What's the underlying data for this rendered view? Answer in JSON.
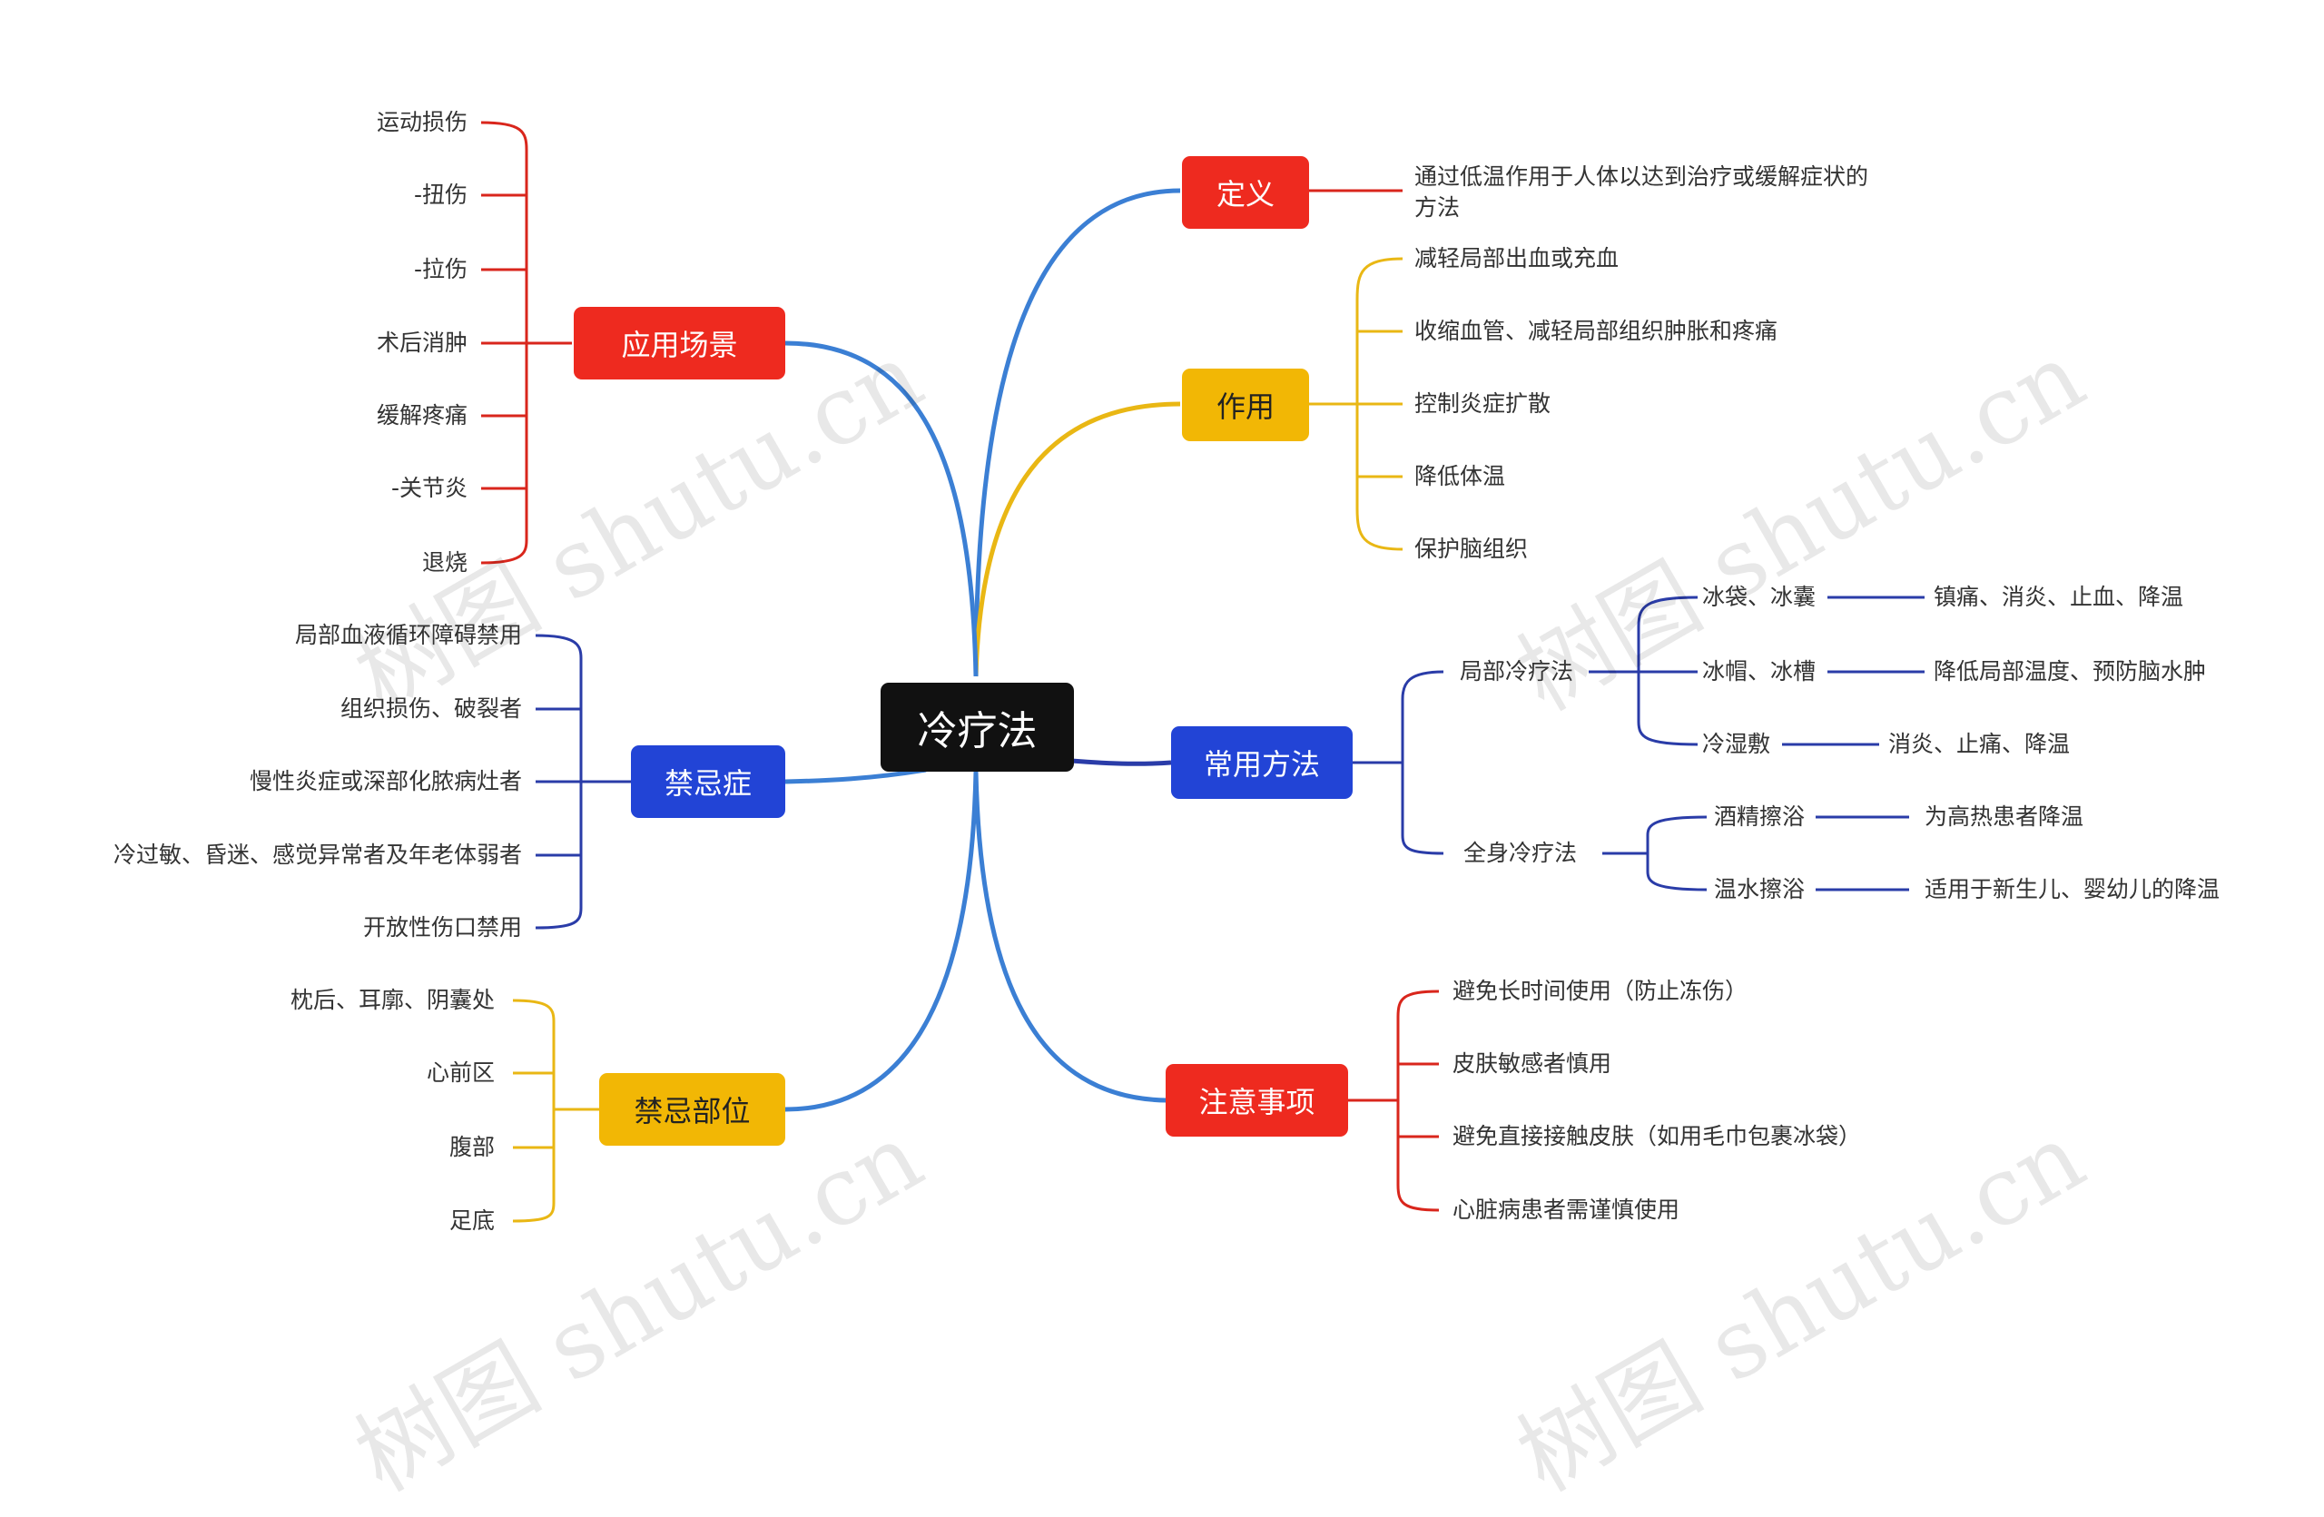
{
  "colors": {
    "blue": "#3b7fd4",
    "yellow": "#e9b714",
    "red": "#d9261c",
    "navy": "#2a3ca8",
    "node_red": "#ee2a1f",
    "node_yellow": "#f2b705",
    "node_blue": "#2244d6",
    "center_bg": "#111111"
  },
  "center": {
    "label": "冷疗法"
  },
  "branches": {
    "definition": {
      "label": "定义",
      "items": [
        "通过低温作用于人体以达到治疗或缓解症状的",
        "方法"
      ]
    },
    "effect": {
      "label": "作用",
      "items": [
        "减轻局部出血或充血",
        "收缩血管、减轻局部组织肿胀和疼痛",
        "控制炎症扩散",
        "降低体温",
        "保护脑组织"
      ]
    },
    "methods": {
      "label": "常用方法",
      "local": {
        "label": "局部冷疗法",
        "items": [
          {
            "label": "冰袋、冰囊",
            "detail": "镇痛、消炎、止血、降温"
          },
          {
            "label": "冰帽、冰槽",
            "detail": "降低局部温度、预防脑水肿"
          },
          {
            "label": "冷湿敷",
            "detail": "消炎、止痛、降温"
          }
        ]
      },
      "whole": {
        "label": "全身冷疗法",
        "items": [
          {
            "label": "酒精擦浴",
            "detail": "为高热患者降温"
          },
          {
            "label": "温水擦浴",
            "detail": "适用于新生儿、婴幼儿的降温"
          }
        ]
      }
    },
    "notes": {
      "label": "注意事项",
      "items": [
        "避免长时间使用（防止冻伤）",
        "皮肤敏感者慎用",
        "避免直接接触皮肤（如用毛巾包裹冰袋）",
        "心脏病患者需谨慎使用"
      ]
    },
    "scenes": {
      "label": "应用场景",
      "items": [
        "运动损伤",
        "-扭伤",
        "-拉伤",
        "术后消肿",
        "缓解疼痛",
        "-关节炎",
        "退烧"
      ]
    },
    "contra": {
      "label": "禁忌症",
      "items": [
        "局部血液循环障碍禁用",
        "组织损伤、破裂者",
        "慢性炎症或深部化脓病灶者",
        "冷过敏、昏迷、感觉异常者及年老体弱者",
        "开放性伤口禁用"
      ]
    },
    "forbidden_sites": {
      "label": "禁忌部位",
      "items": [
        "枕后、耳廓、阴囊处",
        "心前区",
        "腹部",
        "足底"
      ]
    }
  },
  "watermarks": [
    "树图 shutu.cn",
    "树图 shutu.cn",
    "树图 shutu.cn",
    "树图 shutu.cn"
  ]
}
